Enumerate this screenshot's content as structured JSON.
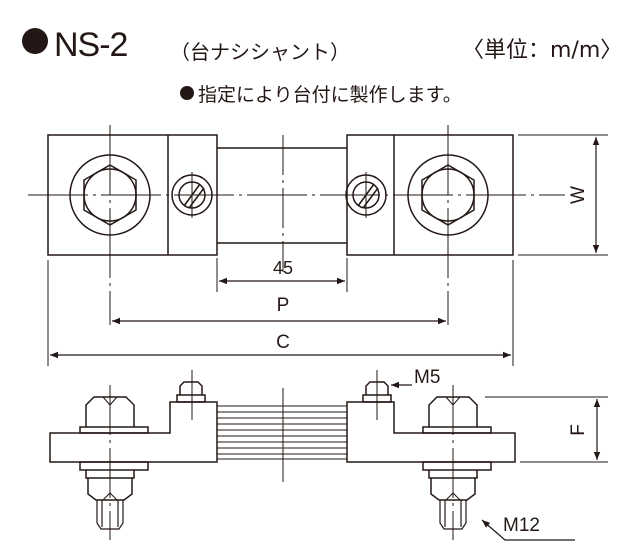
{
  "header": {
    "model": "NS-2",
    "model_desc": "（台ナシシャント）",
    "unit": "〈単位：m/m〉",
    "note": "指定により台付に製作します。"
  },
  "diagram": {
    "dim_45": "45",
    "dim_P": "P",
    "dim_C": "C",
    "dim_W": "W",
    "dim_F": "F",
    "label_M5": "M5",
    "label_M12": "M12"
  }
}
